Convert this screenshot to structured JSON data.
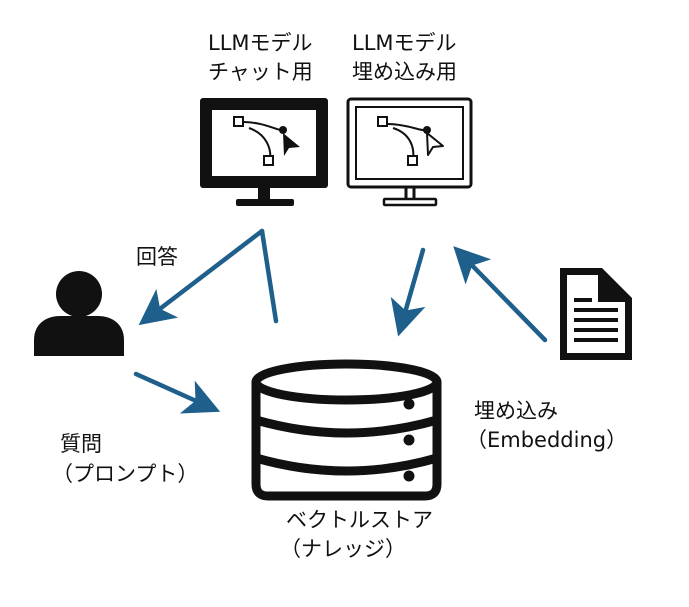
{
  "colors": {
    "arrow": "#1f5f8b",
    "ink": "#111111",
    "background": "#ffffff"
  },
  "labels": {
    "llm_chat_line1": "LLMモデル",
    "llm_chat_line2": "チャット用",
    "llm_embed_line1": "LLMモデル",
    "llm_embed_line2": "埋め込み用",
    "answer": "回答",
    "question_line1": "質問",
    "question_line2": "（プロンプト）",
    "embedding_line1": "埋め込み",
    "embedding_line2": "（Embedding）",
    "vectorstore_line1": "ベクトルストア",
    "vectorstore_line2": "（ナレッジ）"
  },
  "icons": {
    "chat_monitor": "monitor-filled-icon",
    "embed_monitor": "monitor-outline-icon",
    "user": "user-icon",
    "document": "document-icon",
    "database": "database-icon"
  }
}
